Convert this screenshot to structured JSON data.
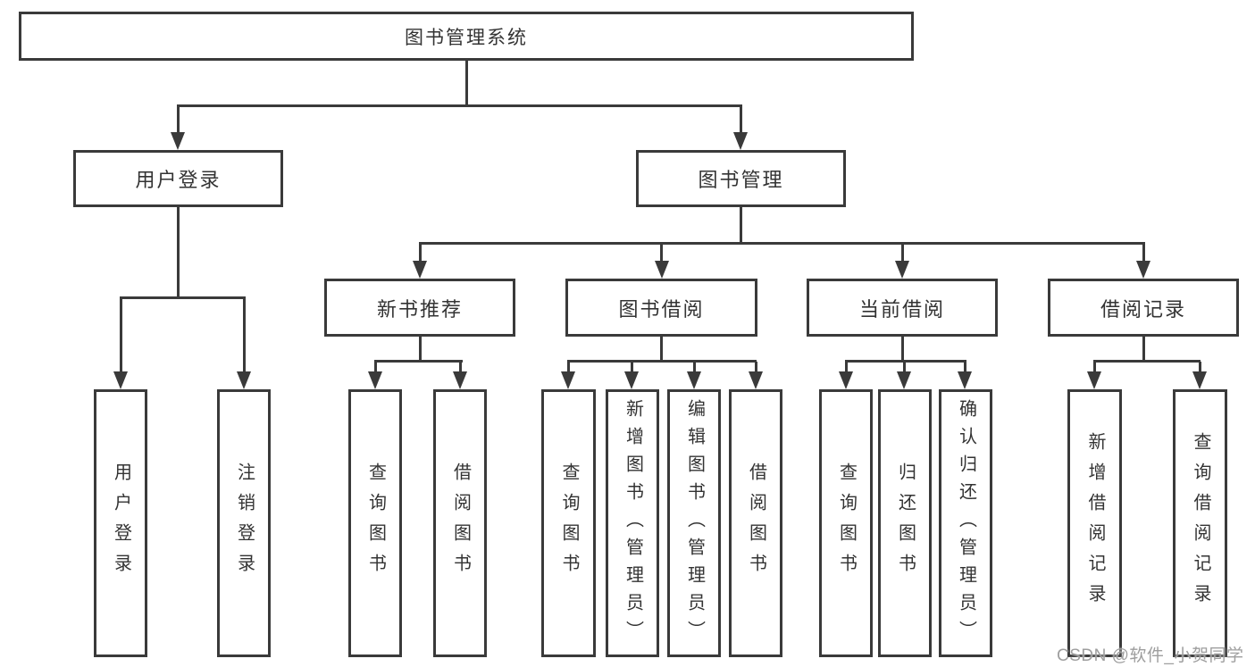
{
  "diagram": {
    "colors": {
      "line": "#3a3a3a",
      "text": "#333333",
      "watermark": "#9e9e9e",
      "bg": "#ffffff"
    },
    "root": {
      "label": "图书管理系统"
    },
    "level2": [
      {
        "label": "用户登录"
      },
      {
        "label": "图书管理"
      }
    ],
    "level3": [
      {
        "label": "新书推荐"
      },
      {
        "label": "图书借阅"
      },
      {
        "label": "当前借阅"
      },
      {
        "label": "借阅记录"
      }
    ],
    "leaves": [
      {
        "label": "用户登录"
      },
      {
        "label": "注销登录"
      },
      {
        "label": "查询图书"
      },
      {
        "label": "借阅图书"
      },
      {
        "label": "查询图书"
      },
      {
        "label": "新增图书（管理员）"
      },
      {
        "label": "编辑图书（管理员）"
      },
      {
        "label": "借阅图书"
      },
      {
        "label": "查询图书"
      },
      {
        "label": "归还图书"
      },
      {
        "label": "确认归还（管理员）"
      },
      {
        "label": "新增借阅记录"
      },
      {
        "label": "查询借阅记录"
      }
    ],
    "watermark": {
      "text": "CSDN @软件_小贺同学"
    }
  }
}
